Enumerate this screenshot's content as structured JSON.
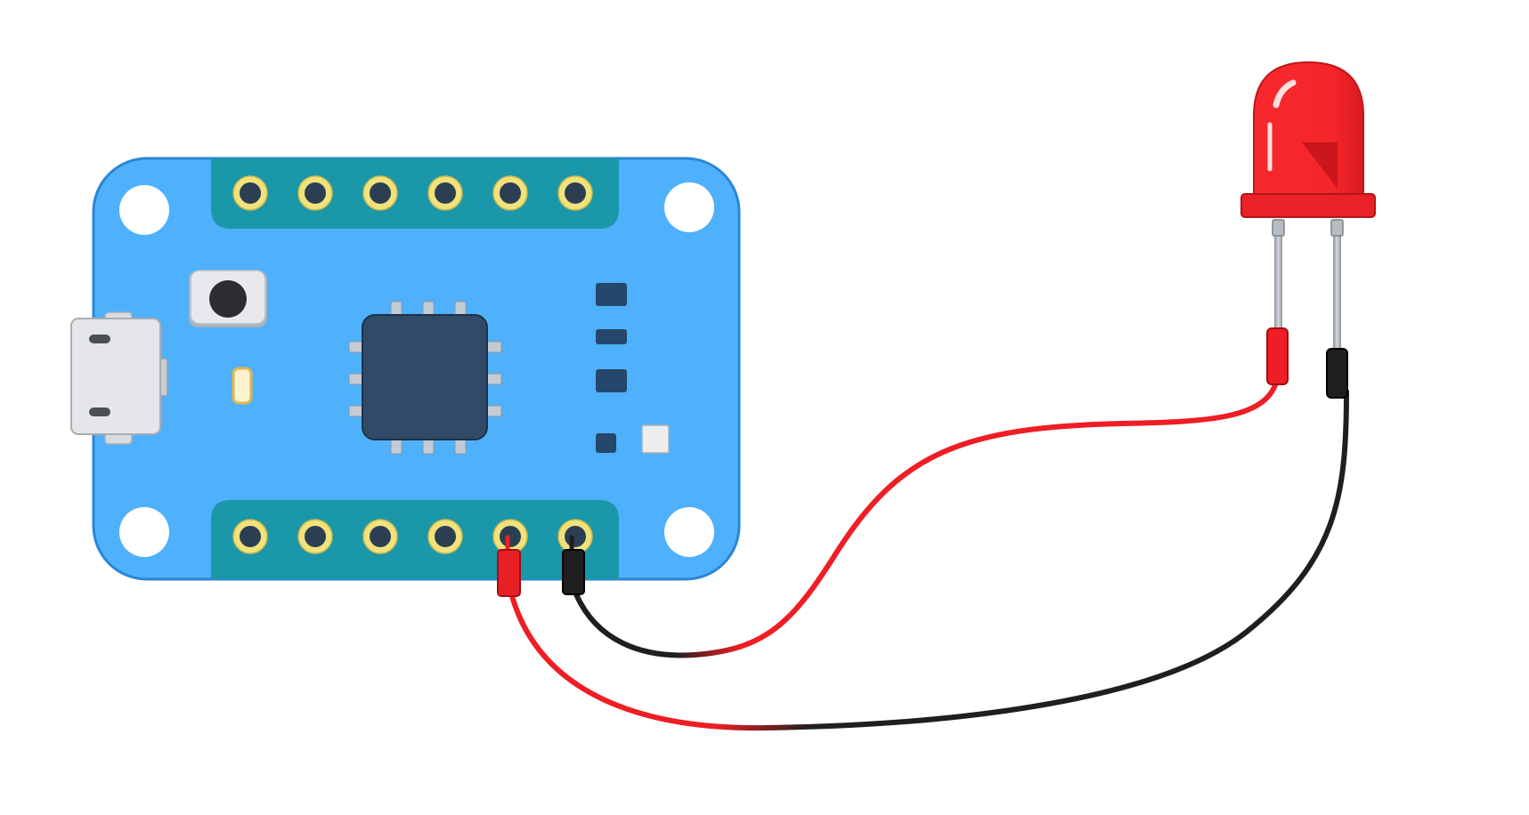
{
  "colors": {
    "background": "#ffffff",
    "board": "#4fb0fb",
    "board_outline": "#2a86d6",
    "header_strip": "#1a97a9",
    "pad_ring": "#f1e27c",
    "pad_hole": "#2c3e52",
    "chip": "#304b68",
    "chip_pin": "#c3ccd6",
    "smd": "#24476b",
    "usb_body": "#e4e6e9",
    "button_body": "#e7e9ec",
    "button_cap": "#2b2d30",
    "led_body": "#f5262a",
    "led_rim": "#da1b20",
    "lead": "#9aa1a8",
    "wire_red": "#ef1e24",
    "wire_black": "#1f1f1f"
  },
  "icons": {
    "board": "microcontroller-board",
    "usb": "micro-usb-port",
    "button": "tactile-push-button",
    "chip": "qfn-chip",
    "led": "red-led"
  },
  "board": {
    "top_header_pins": 6,
    "bottom_header_pins": 6,
    "red_wire_pin": 5,
    "black_wire_pin": 6
  }
}
